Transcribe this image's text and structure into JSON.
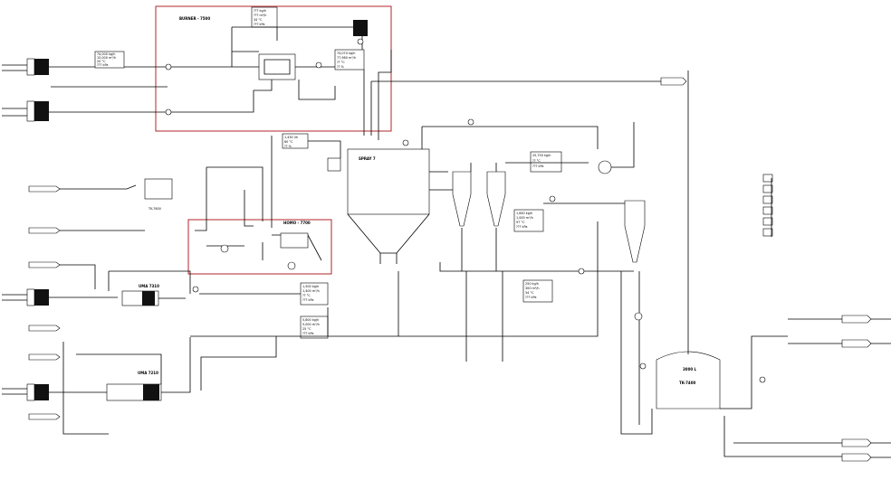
{
  "zones": {
    "burner": "BURNER - 7500",
    "homo": "HOMO - 7700",
    "spray": "SPRAY 7",
    "uma1": "UMA 7210",
    "uma2": "UMA 7310",
    "tank": "TK-7400",
    "tank_volume": "3000 L",
    "tk_left": "TK-7800"
  },
  "datablocks": {
    "burner_top": [
      "??? kg/h",
      "??? m³/h",
      "34 °C",
      "??? kPa"
    ],
    "fuel_in": [
      "74,000 kg/h",
      "15,000 m³/h",
      "20 °C",
      "??? kPa"
    ],
    "burner_right": [
      "74,070 kg/h",
      "77,980 m³/h",
      "?? °C",
      "?? %"
    ],
    "spray_in": [
      "1,430 l/h",
      "60 °C",
      "?? %"
    ],
    "cyclone1": [
      "25,750 kg/h",
      "?? °C",
      "??? kPa"
    ],
    "cyclone2": [
      "1,640 kg/h",
      "1,000 m³/h",
      "97 °C",
      "??? kPa"
    ],
    "mid_stream": [
      "1,500 kg/h",
      "1,400 m³/h",
      "?? °C",
      "??? kPa"
    ],
    "lower_stream": [
      "5,800 kg/h",
      "5,000 m³/h",
      "25 °C",
      "??? kPa"
    ],
    "fines": [
      "250 kg/h",
      "300 m³/h",
      "34 °C",
      "??? kPa"
    ]
  },
  "offpage": {
    "left": [
      "",
      "",
      "",
      "",
      "",
      "",
      "",
      "",
      "",
      "",
      ""
    ],
    "right_top": [
      "",
      ""
    ],
    "right_bottom": [
      "",
      "",
      "",
      ""
    ]
  },
  "instrument_tags": [
    "",
    "",
    "",
    "",
    "",
    ""
  ],
  "colors": {
    "zone_border": "#b3262b",
    "line": "#000000"
  }
}
